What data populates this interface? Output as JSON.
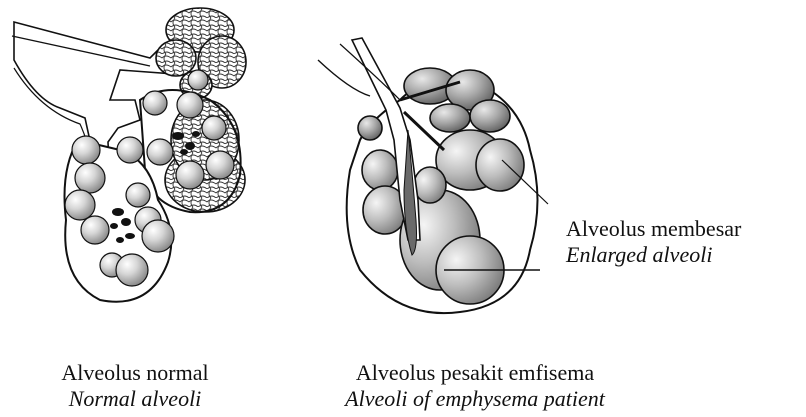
{
  "labels": {
    "normal_ms": "Alveolus normal",
    "normal_en": "Normal alveoli",
    "emphysema_ms": "Alveolus pesakit emfisema",
    "emphysema_en": "Alveoli of emphysema patient",
    "enlarged_ms": "Alveolus membesar",
    "enlarged_en": "Enlarged alveoli"
  }
}
